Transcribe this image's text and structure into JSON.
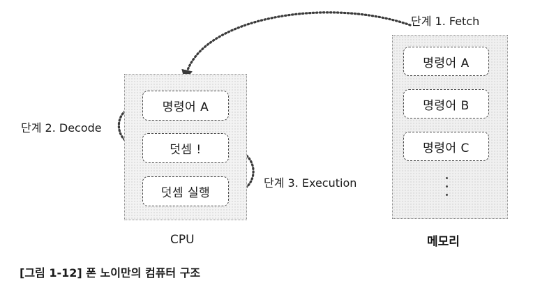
{
  "cpu": {
    "label": "CPU",
    "boxes": [
      "명령어 A",
      "덧셈 !",
      "덧셈 실행"
    ]
  },
  "memory": {
    "label": "메모리",
    "boxes": [
      "명령어 A",
      "명령어 B",
      "명령어 C"
    ]
  },
  "steps": {
    "fetch": "단계 1. Fetch",
    "decode": "단계 2. Decode",
    "execution": "단계 3. Execution"
  },
  "caption": "[그림 1-12] 폰 노이만의 컴퓨터 구조"
}
